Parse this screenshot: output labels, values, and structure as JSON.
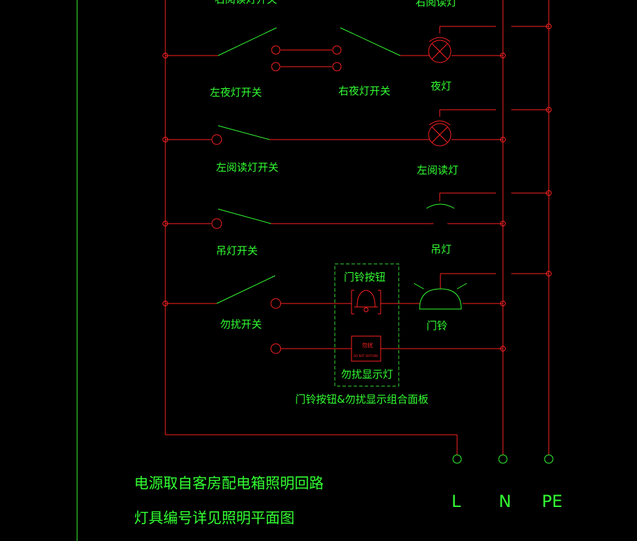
{
  "colors": {
    "background": "#000000",
    "wire": "#ff2222",
    "label": "#33ff33",
    "border": "#33ff33",
    "panel_border": "#33dd33"
  },
  "labels": {
    "top_left_partial": "右阅读灯开关",
    "top_right_partial": "右阅读灯",
    "left_night_switch": "左夜灯开关",
    "right_night_switch": "右夜灯开关",
    "night_light": "夜灯",
    "left_reading_switch": "左阅读灯开关",
    "left_reading_light": "左阅读灯",
    "pendant_switch": "吊灯开关",
    "pendant_light": "吊灯",
    "dnd_switch": "勿扰开关",
    "doorbell_button": "门铃按钮",
    "doorbell": "门铃",
    "dnd_indicator": "勿扰显示灯",
    "dnd_indicator_inner": "勿扰",
    "dnd_indicator_small": "DO NOT DISTURB",
    "combo_panel": "门铃按钮&勿扰显示组合面板",
    "note_line1": "电源取自客房配电箱照明回路",
    "note_line2": "灯具编号详见照明平面图",
    "terminal_L": "L",
    "terminal_N": "N",
    "terminal_PE": "PE"
  }
}
